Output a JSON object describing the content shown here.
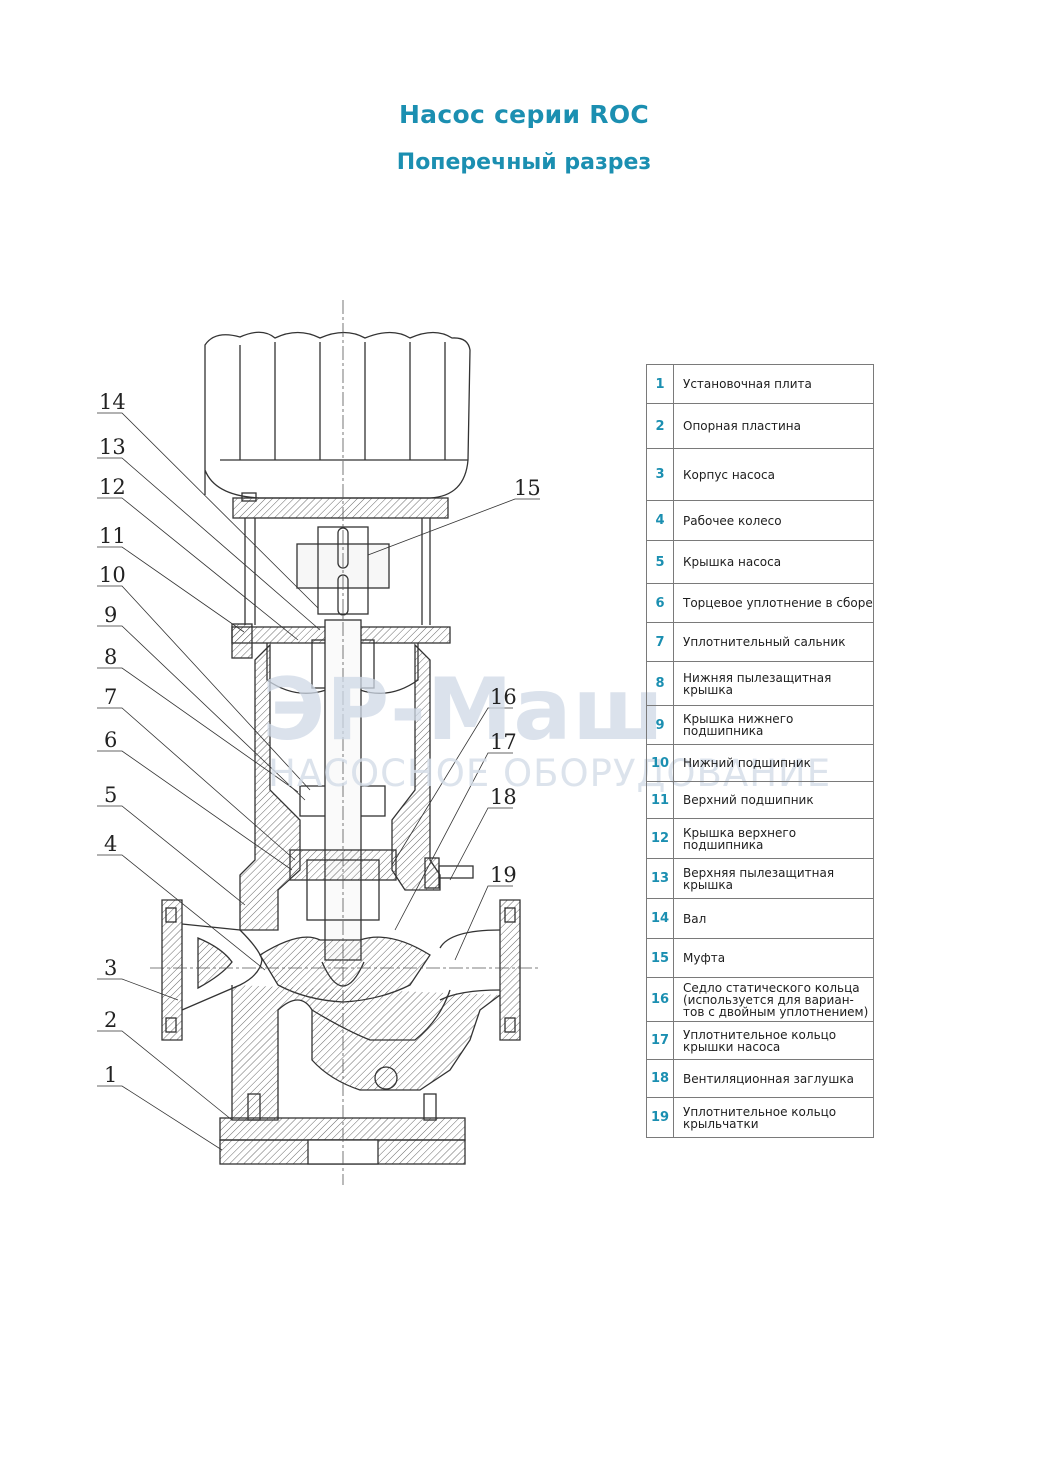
{
  "header": {
    "title": "Насос серии ROC",
    "subtitle": "Поперечный разрез"
  },
  "watermark": {
    "brand": "ЭР-Маш",
    "tagline": "НАСОСНОЕ ОБОРУДОВАНИЕ"
  },
  "callouts": [
    "14",
    "13",
    "12",
    "11",
    "10",
    "9",
    "8",
    "7",
    "6",
    "5",
    "4",
    "3",
    "2",
    "1",
    "15",
    "16",
    "17",
    "18",
    "19"
  ],
  "parts": [
    {
      "num": "1",
      "name": "Установочная плита"
    },
    {
      "num": "2",
      "name": "Опорная пластина"
    },
    {
      "num": "3",
      "name": "Корпус насоса"
    },
    {
      "num": "4",
      "name": "Рабочее колесо"
    },
    {
      "num": "5",
      "name": "Крышка насоса"
    },
    {
      "num": "6",
      "name": "Торцевое уплотнение в сборе"
    },
    {
      "num": "7",
      "name": "Уплотнительный сальник"
    },
    {
      "num": "8",
      "name": "Нижняя пылезащитная крышка"
    },
    {
      "num": "9",
      "name": "Крышка нижнего подшипника"
    },
    {
      "num": "10",
      "name": "Нижний подшипник"
    },
    {
      "num": "11",
      "name": "Верхний подшипник"
    },
    {
      "num": "12",
      "name": "Крышка верхнего подшипника"
    },
    {
      "num": "13",
      "name": "Верхняя пылезащитная крышка"
    },
    {
      "num": "14",
      "name": "Вал"
    },
    {
      "num": "15",
      "name": "Муфта"
    },
    {
      "num": "16",
      "name": "Седло статического кольца (используется для вариан-тов с двойным уплотнением)"
    },
    {
      "num": "17",
      "name": "Уплотнительное кольцо крышки насоса"
    },
    {
      "num": "18",
      "name": "Вентиляционная заглушка"
    },
    {
      "num": "19",
      "name": "Уплотнительное кольцо крыльчатки"
    }
  ]
}
